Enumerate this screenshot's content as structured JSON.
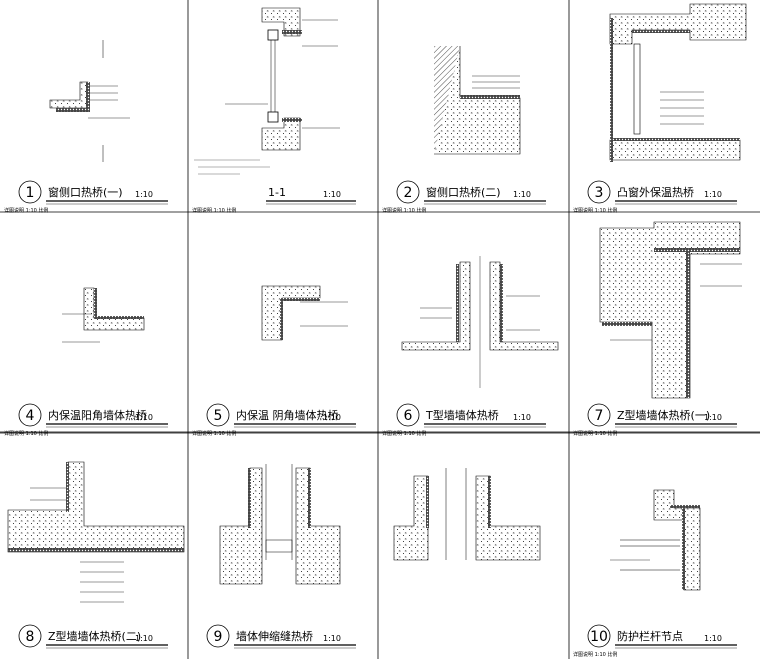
{
  "sheet": {
    "panels": [
      {
        "id": "p1",
        "number": "1",
        "title": "窗侧口热桥(一)",
        "scale": "1:10",
        "note": "详图说明 1:10 比例"
      },
      {
        "id": "p1b",
        "number": "",
        "title": "1-1",
        "scale": "1:10",
        "note": "详图说明 1:10 比例"
      },
      {
        "id": "p2",
        "number": "2",
        "title": "窗侧口热桥(二)",
        "scale": "1:10",
        "note": "详图说明 1:10 比例"
      },
      {
        "id": "p3",
        "number": "3",
        "title": "凸窗外保温热桥",
        "scale": "1:10",
        "note": "详图说明 1:10 比例"
      },
      {
        "id": "p4",
        "number": "4",
        "title": "内保温阳角墙体热桥",
        "scale": "1:10",
        "note": "详图说明 1:10 比例"
      },
      {
        "id": "p5",
        "number": "5",
        "title": "内保温  阴角墙体热桥",
        "scale": "1:10",
        "note": "详图说明 1:10 比例"
      },
      {
        "id": "p6",
        "number": "6",
        "title": "T型墙墙体热桥",
        "scale": "1:10",
        "note": "详图说明 1:10 比例"
      },
      {
        "id": "p7",
        "number": "7",
        "title": "Z型墙墙体热桥(一)",
        "scale": "1:10",
        "note": "详图说明 1:10 比例"
      },
      {
        "id": "p8",
        "number": "8",
        "title": "Z型墙墙体热桥(二)",
        "scale": "1:10",
        "note": ""
      },
      {
        "id": "p9",
        "number": "9",
        "title": "墙体伸缩缝热桥",
        "scale": "1:10",
        "note": ""
      },
      {
        "id": "p10",
        "number": "",
        "title": "",
        "scale": "",
        "note": ""
      },
      {
        "id": "p11",
        "number": "10",
        "title": "防护栏杆节点",
        "scale": "1:10",
        "note": "详图说明 1:10 比例"
      }
    ]
  }
}
